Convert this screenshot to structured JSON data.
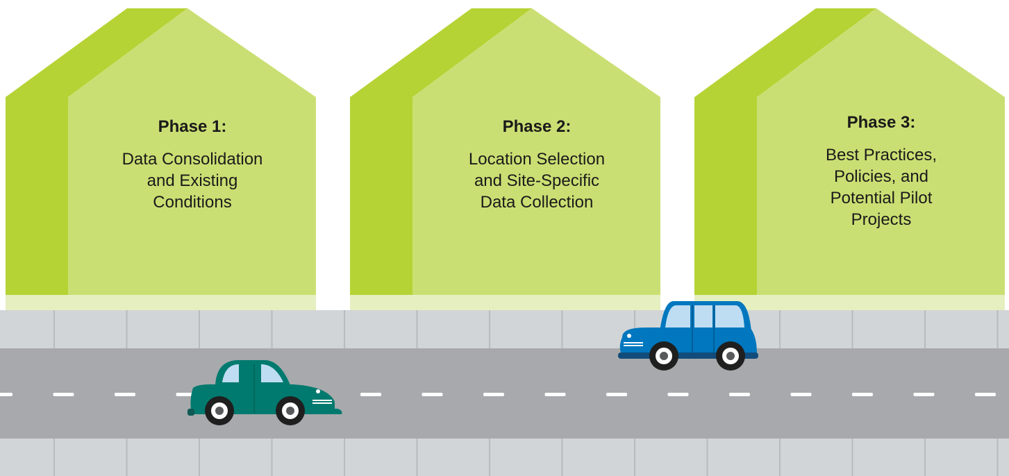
{
  "colors": {
    "house_dark": "#B5D334",
    "house_light": "#CADF73",
    "house_base": "#E5EFC0",
    "sidewalk": "#D2D5D7",
    "sidewalk_line": "#B7BBBE",
    "road": "#A7A9AC",
    "lane_mark": "#FFFFFF",
    "car_green": "#007A6E",
    "car_blue": "#0077BE",
    "text": "#1A1A1A"
  },
  "phases": [
    {
      "title": "Phase 1:",
      "lines": [
        "Data Consolidation",
        "and Existing",
        "Conditions"
      ]
    },
    {
      "title": "Phase 2:",
      "lines": [
        "Location Selection",
        "and Site-Specific",
        "Data Collection"
      ]
    },
    {
      "title": "Phase 3:",
      "lines": [
        "Best Practices,",
        "Policies, and",
        "Potential Pilot",
        "Projects"
      ]
    }
  ],
  "cars": [
    {
      "name": "green-car",
      "color_key": "car_green"
    },
    {
      "name": "blue-car",
      "color_key": "car_blue"
    }
  ]
}
